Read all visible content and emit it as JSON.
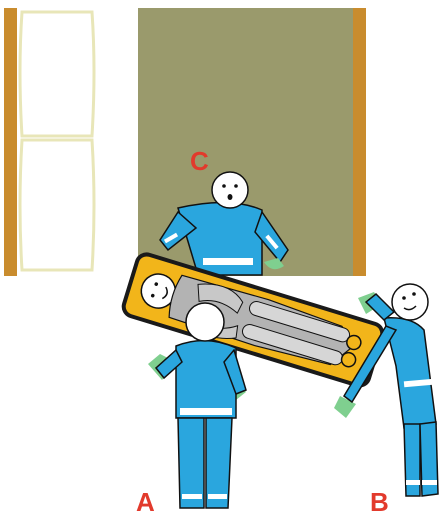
{
  "labels": {
    "a": "A",
    "b": "B",
    "c": "C"
  },
  "colors": {
    "bed_frame": "#c98c2e",
    "mattress": "#ffffff",
    "mattress_pad": "#fdfce6",
    "floor": "#9a9a6c",
    "uniform": "#2aa6de",
    "stripe": "#ffffff",
    "stretcher": "#f2b51a",
    "stretcher_rim": "#1a1a1a",
    "patient_clothes": "#b3b3b3",
    "glove": "#7fcf8f",
    "label": "#e23a2c"
  },
  "icons": {
    "rescuer_a": "rescuer-figure-icon",
    "rescuer_b": "rescuer-figure-icon",
    "rescuer_c": "rescuer-figure-icon",
    "patient": "patient-figure-icon"
  }
}
